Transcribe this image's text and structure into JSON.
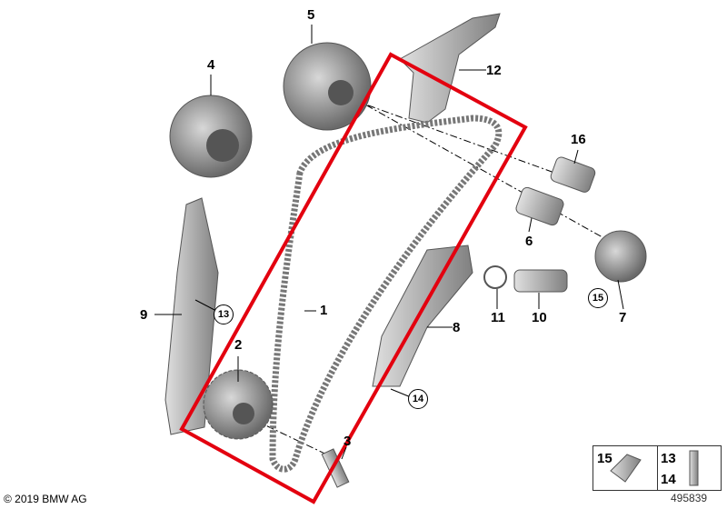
{
  "diagram": {
    "callouts": [
      "1",
      "2",
      "3",
      "4",
      "5",
      "6",
      "7",
      "8",
      "9",
      "10",
      "11",
      "12",
      "16"
    ],
    "circled_callouts": [
      "13",
      "14",
      "15"
    ],
    "highlight_color": "#e3000f",
    "copyright": "© 2019 BMW AG",
    "image_number": "495839",
    "legend": {
      "left_label": "15",
      "right_labels": [
        "13",
        "14"
      ]
    }
  }
}
